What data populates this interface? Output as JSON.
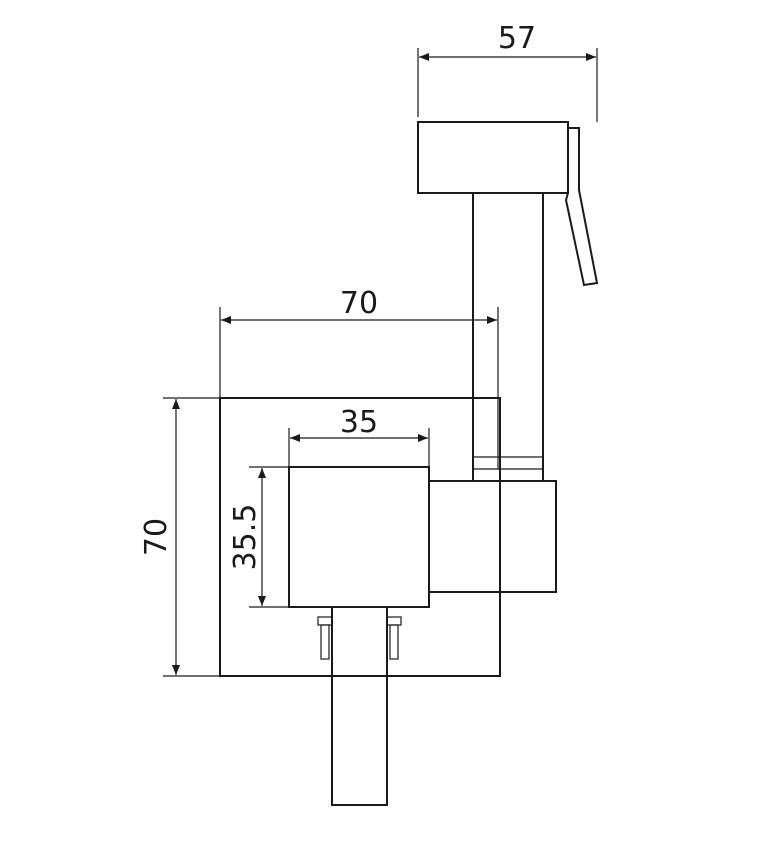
{
  "dimensions": {
    "handset_width": "57",
    "plate_width": "70",
    "body_width": "35",
    "body_height": "35.5",
    "plate_height": "70"
  },
  "colors": {
    "line": "#1a1a1a",
    "background": "#ffffff"
  }
}
